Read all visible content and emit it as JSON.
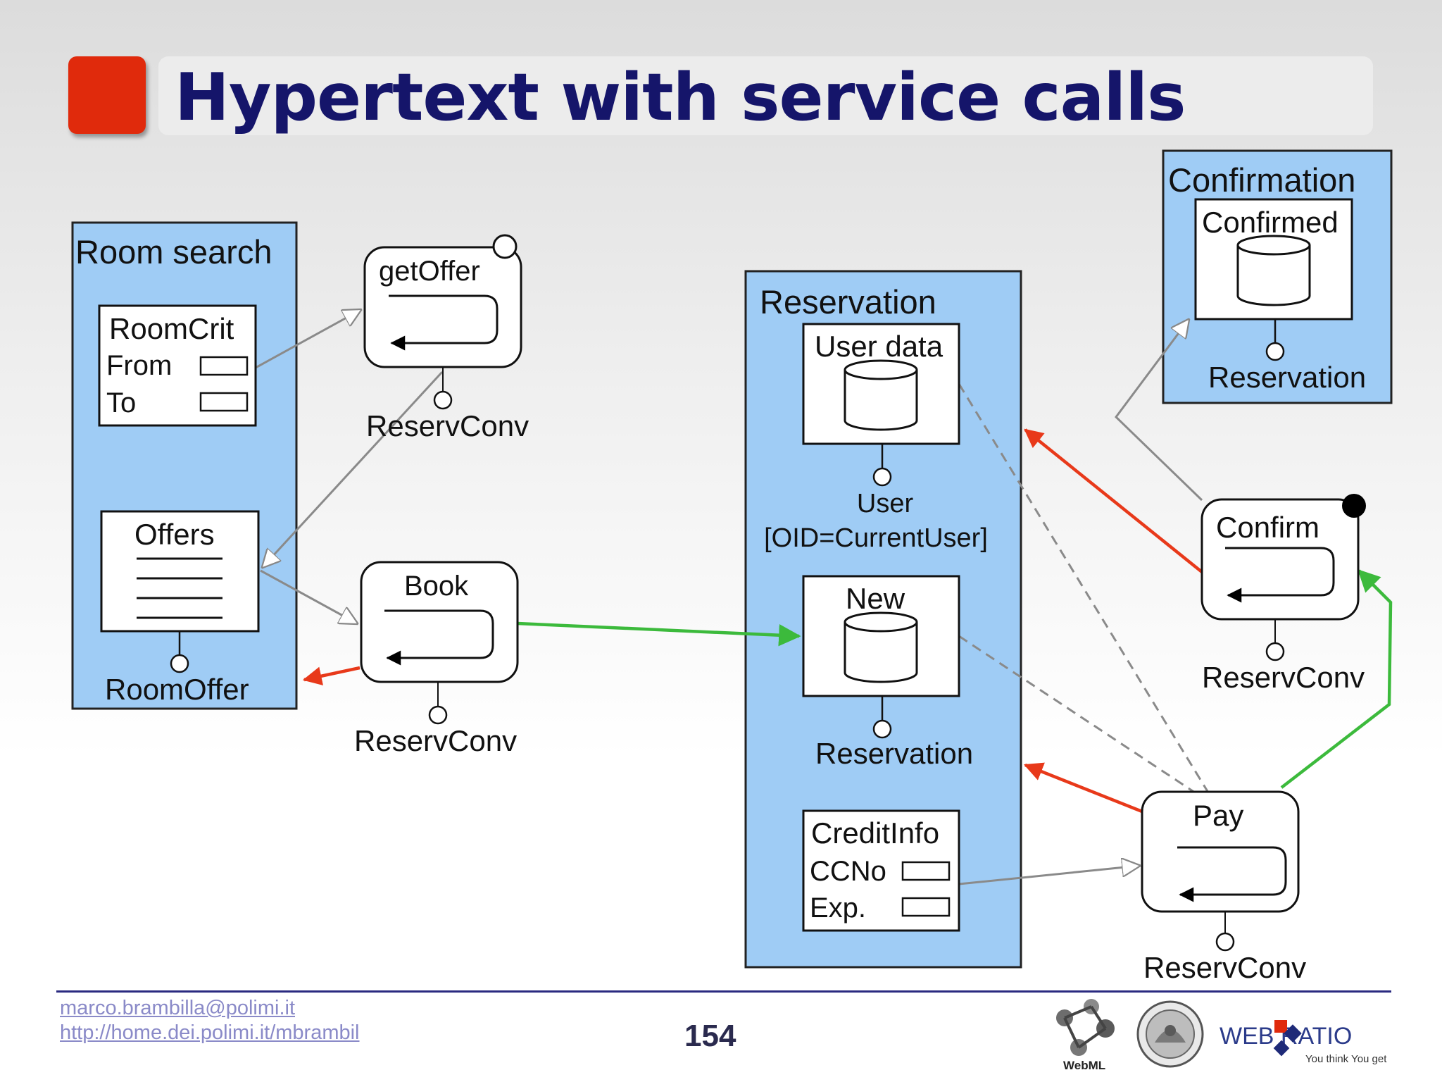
{
  "title": "Hypertext with service calls",
  "pages": {
    "room_search": "Room search",
    "reservation": "Reservation",
    "confirmation": "Confirmation"
  },
  "units": {
    "roomcrit": {
      "title": "RoomCrit",
      "field1": "From",
      "field2": "To"
    },
    "offers": {
      "title": "Offers",
      "entity": "RoomOffer"
    },
    "user_data": {
      "title": "User data",
      "entity": "User",
      "selector": "[OID=CurrentUser]"
    },
    "new": {
      "title": "New",
      "entity": "Reservation"
    },
    "creditinfo": {
      "title": "CreditInfo",
      "field1": "CCNo",
      "field2": "Exp."
    },
    "confirmed": {
      "title": "Confirmed",
      "entity": "Reservation"
    }
  },
  "operations": {
    "getoffer": {
      "title": "getOffer",
      "entity": "ReservConv"
    },
    "book": {
      "title": "Book",
      "entity": "ReservConv"
    },
    "pay": {
      "title": "Pay",
      "entity": "ReservConv"
    },
    "confirm": {
      "title": "Confirm",
      "entity": "ReservConv"
    }
  },
  "footer": {
    "email": "marco.brambilla@polimi.it",
    "url": "http://home.dei.polimi.it/mbrambil",
    "page_number": "154",
    "logo_webml": "WebML",
    "logo_webratio": "WEB RATIO",
    "logo_webratio_tagline": "You think You get"
  },
  "colors": {
    "accent": "#e02a0c",
    "title": "#15156a",
    "page_fill": "#9fccf5",
    "ok_link": "#3cba3c",
    "ko_link": "#e8391a"
  }
}
